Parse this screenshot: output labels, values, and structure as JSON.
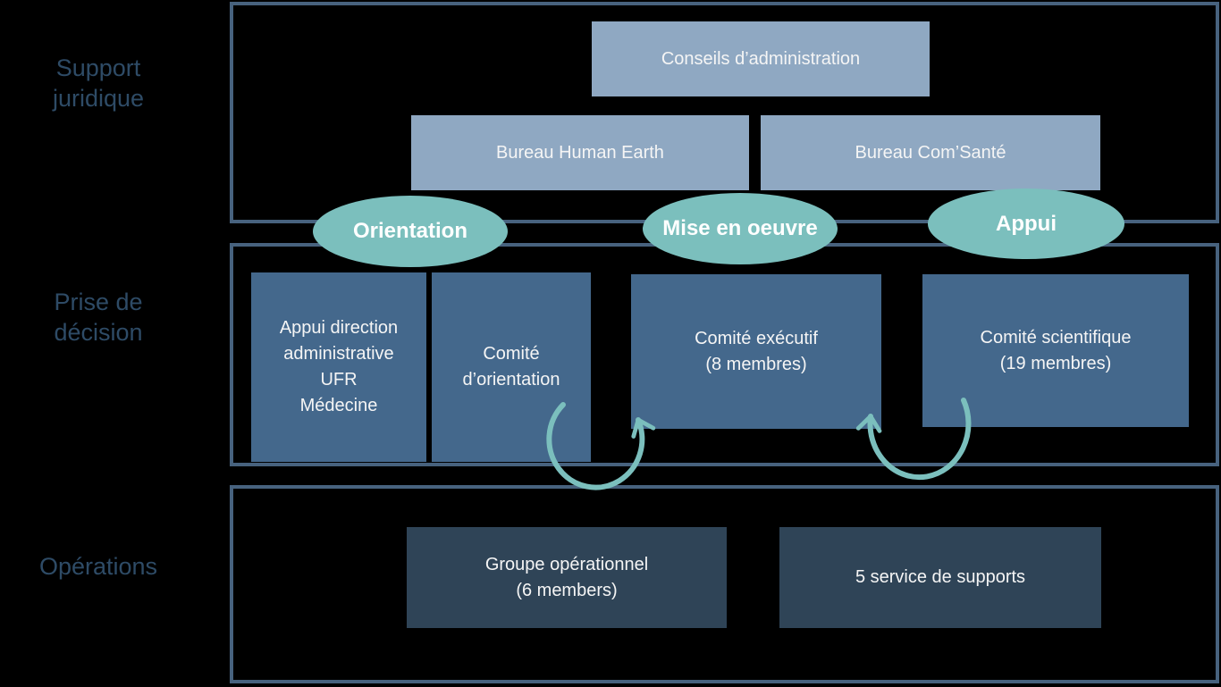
{
  "colors": {
    "background": "#000000",
    "section_border": "#47627E",
    "box_light_blue": "#8FA8C2",
    "box_steel_blue": "#44688C",
    "box_dark_blue": "#2F4457",
    "oval_teal": "#7BBFBD",
    "arrow_teal": "#7BBFBD",
    "row_label_text": "#2E4B66",
    "box_text": "#F5F5F5"
  },
  "rows": [
    {
      "id": "support-juridique",
      "label": "Support\njuridique"
    },
    {
      "id": "prise-de-decision",
      "label": "Prise de\ndécision"
    },
    {
      "id": "operations",
      "label": "Opérations"
    }
  ],
  "support_section": {
    "boxes": [
      {
        "label": "Conseils d’administration"
      },
      {
        "label": "Bureau Human Earth"
      },
      {
        "label": "Bureau Com’Santé"
      }
    ]
  },
  "process_ovals": [
    {
      "label": "Orientation"
    },
    {
      "label": "Mise en oeuvre"
    },
    {
      "label": "Appui"
    }
  ],
  "decision_section": {
    "boxes": [
      {
        "label": "Appui direction\nadministrative\nUFR\nMédecine"
      },
      {
        "label": "Comité\nd’orientation"
      },
      {
        "label": "Comité exécutif\n(8 membres)"
      },
      {
        "label": "Comité scientifique\n(19 membres)"
      }
    ]
  },
  "operations_section": {
    "boxes": [
      {
        "label": "Groupe opérationnel\n(6 members)"
      },
      {
        "label": "5 service de supports"
      }
    ]
  }
}
